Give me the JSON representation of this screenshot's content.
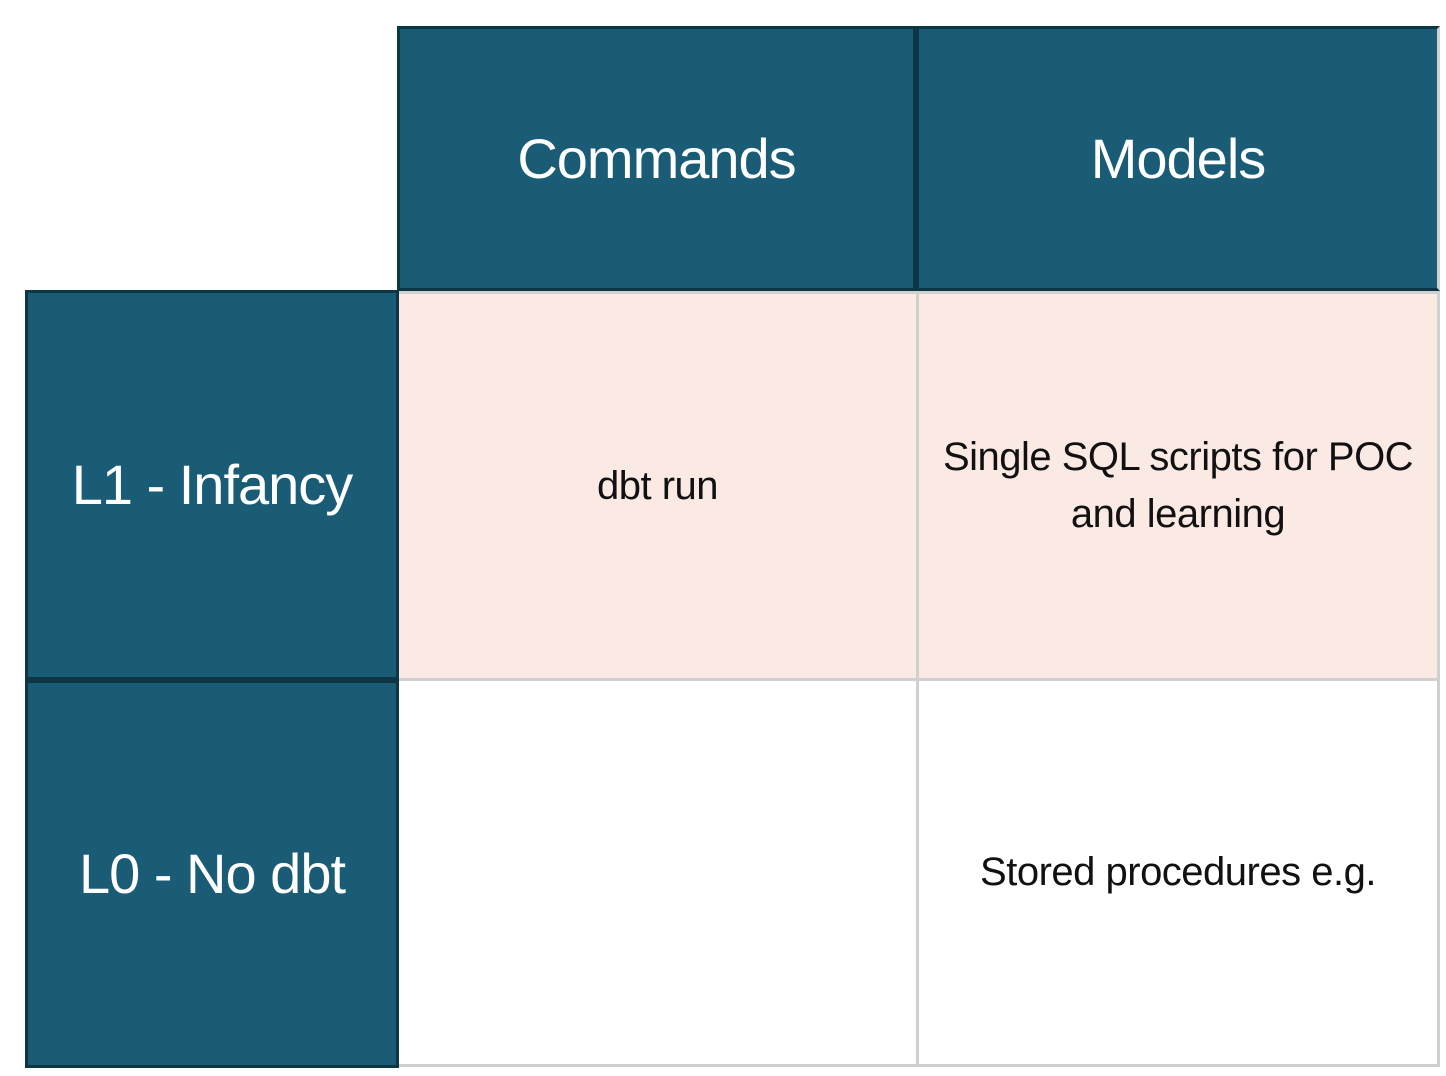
{
  "slide": {
    "kind": "dbt maturity matrix table"
  },
  "colors": {
    "canvas_bg": "#FFFFFF",
    "header_bg": "#1A5C75",
    "header_border": "#0C3644",
    "header_text": "#FFFFFF",
    "highlight_bg": "#FBE9E4",
    "grid_line": "#D0D0D0",
    "body_text": "#111111"
  },
  "matrix": {
    "column_headers": [
      {
        "id": "commands",
        "label": "Commands"
      },
      {
        "id": "models",
        "label": "Models"
      }
    ],
    "row_headers": [
      {
        "id": "l1",
        "label": "L1 - Infancy"
      },
      {
        "id": "l0",
        "label": "L0 - No dbt"
      }
    ],
    "cells": [
      {
        "row": "L1 - Infancy",
        "column": "Commands",
        "text": "dbt run",
        "highlighted": true
      },
      {
        "row": "L1 - Infancy",
        "column": "Models",
        "text": "Single SQL scripts for POC and learning",
        "highlighted": true
      },
      {
        "row": "L0 - No dbt",
        "column": "Commands",
        "text": "",
        "highlighted": false
      },
      {
        "row": "L0 - No dbt",
        "column": "Models",
        "text": "Stored procedures e.g.",
        "highlighted": false
      }
    ]
  }
}
